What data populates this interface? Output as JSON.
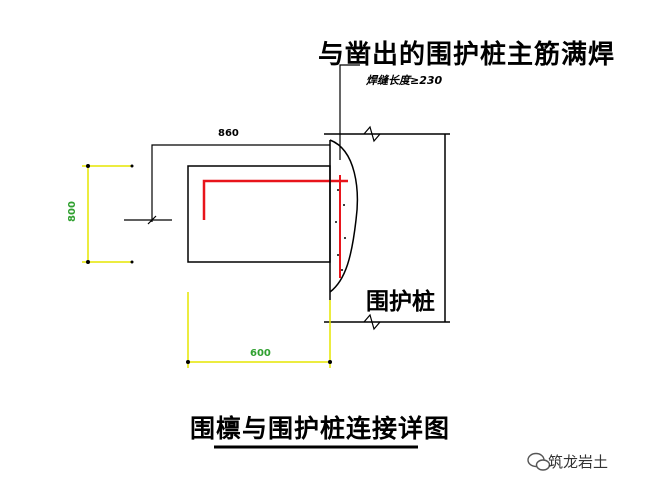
{
  "labels": {
    "weld_note": "与凿出的围护桩主筋满焊",
    "weld_length": "焊缝长度≥230",
    "pile": "围护桩",
    "title": "围檩与围护桩连接详图",
    "dim_top": "860",
    "dim_bottom": "600",
    "dim_left": "800"
  },
  "watermark": {
    "text": "筑龙岩土",
    "icon": "wechat-icon"
  },
  "colors": {
    "line": "#000000",
    "rebar": "#e8141b",
    "dimension": "#e6e600",
    "dimension_text": "#2fa02f"
  }
}
